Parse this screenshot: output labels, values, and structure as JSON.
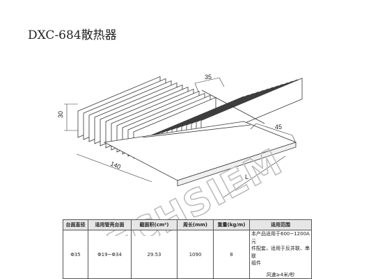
{
  "title": "DXC-684散热器",
  "drawing": {
    "dim_width_top": "35",
    "dim_height": "30",
    "dim_width_bottom": "45",
    "dim_depth": "140",
    "dim_length": "L"
  },
  "watermark": "TECHSIEM",
  "table": {
    "headers": [
      "台面直径",
      "适用管壳台面",
      "截面积(cm²)",
      "周长(mm)",
      "重量(kg/m)",
      "适用范围"
    ],
    "row": {
      "diameter": "Φ35",
      "case": "Φ19~Φ34",
      "area": "29.53",
      "perimeter": "1090",
      "weight": "8",
      "usage_lines": [
        "本产品适用于600~1200A元",
        "件配套，适用于反并联、串联",
        "组件"
      ],
      "wind": "风速≥4米/秒"
    }
  },
  "colors": {
    "line": "#333333",
    "watermark": "#c8c8c8",
    "header_bg": "#e6e6e6"
  }
}
